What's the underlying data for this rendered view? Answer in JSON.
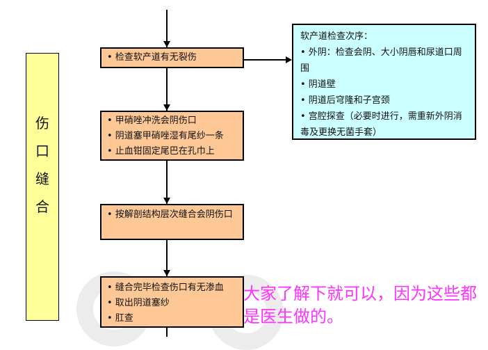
{
  "side_label": [
    "伤",
    "口",
    "缝",
    "合"
  ],
  "steps": [
    {
      "items": [
        "• 检查软产道有无裂伤"
      ]
    },
    {
      "items": [
        "• 甲硝唑冲洗会阴伤口",
        "• 阴道塞甲硝唑湿有尾纱一条",
        "• 止血钳固定尾巴在孔巾上"
      ]
    },
    {
      "items": [
        "• 按解剖结构层次缝合会阴伤口"
      ]
    },
    {
      "items": [
        "• 缝合完毕检查伤口有无渗血",
        "• 取出阴道塞纱",
        "• 肛查"
      ]
    }
  ],
  "info": {
    "title": "软产道检查次序：",
    "items": [
      "• 外阴：检查会阴、大小阴唇和尿道口周围",
      "• 阴道壁",
      "• 阴道后穹隆和子宫颈",
      "• 宫腔探查（必要时进行，需重新外阴消毒及更换无菌手套）"
    ]
  },
  "note": "大家了解下就可以，因为这些都是医生做的。"
}
